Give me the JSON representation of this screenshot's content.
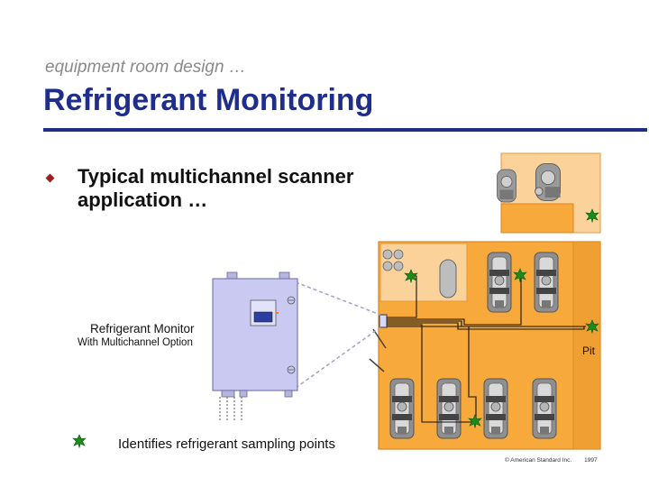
{
  "header": {
    "subtitle": "equipment room design …",
    "title": "Refrigerant Monitoring"
  },
  "bullet": {
    "text": "Typical multichannel scanner application …"
  },
  "diagram": {
    "monitor_label": "Refrigerant Monitor",
    "monitor_option": "With Multichannel Option",
    "pit_label": "Pit",
    "legend_text": "Identifies refrigerant sampling points",
    "copyright": "© American Standard Inc.",
    "year": "1997",
    "colors": {
      "floor": "#f7a93c",
      "floor_light": "#fbd39a",
      "monitor": "#c9c9f2",
      "marker": "#1e8a1e"
    }
  }
}
